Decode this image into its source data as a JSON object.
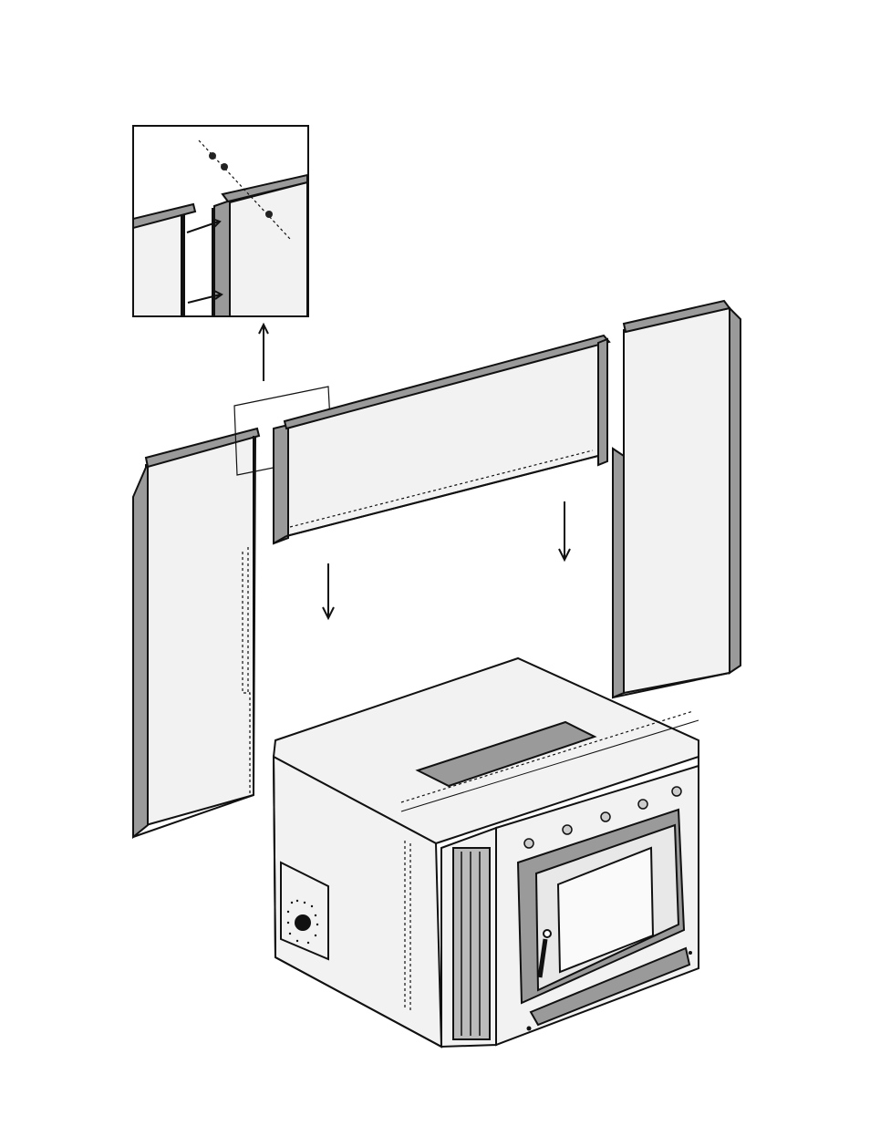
{
  "diagram": {
    "description_free": true,
    "parts": [
      {
        "id": "detail-inset",
        "kind": "magnified joint view"
      },
      {
        "id": "left-side-panel",
        "kind": "shroud panel"
      },
      {
        "id": "top-panel",
        "kind": "shroud panel"
      },
      {
        "id": "right-side-panel",
        "kind": "shroud panel"
      },
      {
        "id": "stove-body",
        "kind": "appliance"
      }
    ],
    "arrows": [
      "down",
      "down",
      "up"
    ],
    "colors": {
      "panel_face": "#f2f2f2",
      "flange": "#9a9a9a",
      "outline": "#111111"
    }
  }
}
